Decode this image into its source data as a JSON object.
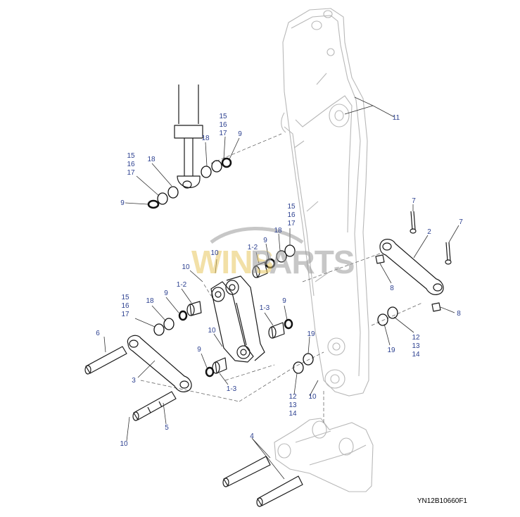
{
  "drawing_code": "YN12B10660F1",
  "watermark": {
    "left": "WINS",
    "right": "PARTS",
    "left_color": "#e8c760",
    "right_color": "#9a9a9a"
  },
  "callouts": {
    "c11": "11",
    "c2": "2",
    "c7a": "7",
    "c7b": "7",
    "c8a": "8",
    "c8b": "8",
    "c19a": "19",
    "c19b": "19",
    "c12_13_14a": [
      "12",
      "13",
      "14"
    ],
    "c12_13_14b": [
      "12",
      "13",
      "14"
    ],
    "c15_16_17_top": [
      "15",
      "16",
      "17"
    ],
    "c15_16_17_left": [
      "15",
      "16",
      "17"
    ],
    "c15_16_17_mid": [
      "15",
      "16",
      "17"
    ],
    "c15_16_17_low": [
      "15",
      "16",
      "17"
    ],
    "c18_top": "18",
    "c18_left": "18",
    "c18_mid": "18",
    "c18_low": "18",
    "c9_top": "9",
    "c9_left": "9",
    "c9_mid": "9",
    "c9_low": "9",
    "c9_right": "9",
    "c9_bot": "9",
    "c10a": "10",
    "c10b": "10",
    "c10c": "10",
    "c10d": "10",
    "c10e": "10",
    "c1_2a": "1-2",
    "c1_2b": "1-2",
    "c1_3a": "1-3",
    "c1_3b": "1-3",
    "c3": "3",
    "c4": "4",
    "c5": "5",
    "c6": "6"
  }
}
